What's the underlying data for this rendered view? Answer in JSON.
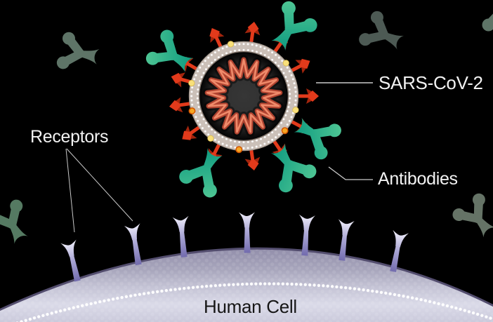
{
  "figure": {
    "title": "SARS-CoV-2, antibodies and human cell receptors illustration",
    "type": "scientific-diagram"
  },
  "labels": {
    "virus": "SARS-CoV-2",
    "antibodies": "Antibodies",
    "receptors": "Receptors",
    "cell": "Human Cell"
  },
  "counts": {
    "spike_proteins": 13,
    "receptors": 7,
    "bound_antibodies": 5,
    "background_antibodies": 5,
    "yellow_membrane_dots": 5,
    "orange_membrane_dots": 3
  },
  "colors": {
    "background": "#000000",
    "text_light": "#f2f2f2",
    "text_dark": "#161616",
    "leader_line": "#c9c9c9",
    "spike_red": "#e23a1b",
    "spike_red_dark": "#a3250d",
    "envelope_tan": "#cbc0b8",
    "envelope_edge": "#a0958c",
    "envelope_inner_edge": "#7d7168",
    "virus_core": "#363636",
    "rna_outline": "#b04330",
    "rna_fill": "#ef8a6a",
    "dot_yellow": "#f9e07a",
    "dot_yellow_edge": "#d8b94e",
    "dot_orange": "#f5a623",
    "dot_orange_edge": "#d35400",
    "antibody_teal_dark": "#0d9a80",
    "antibody_teal_light": "#4fc694",
    "antibody_faded_sage": "#5e7467",
    "antibody_faded_gray": "#4d5a54",
    "antibody_faded_green": "#557a62",
    "antibody_faded_gray2": "#657366",
    "receptor_dark": "#6e67ab",
    "receptor_mid": "#aba7d6",
    "receptor_light": "#f0effa",
    "cell_top": "#8f8ba8",
    "cell_upper": "#a9a7bd",
    "cell_mid": "#c3c2d4",
    "cell_light": "#dadae8",
    "cell_bottom": "#c9c8da",
    "cell_rim": "#534d6e",
    "bead_white": "#ffffff"
  }
}
